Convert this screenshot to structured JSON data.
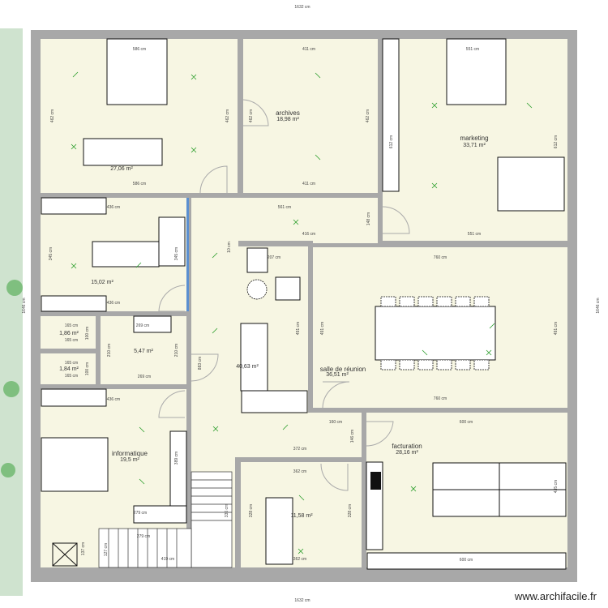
{
  "plan": {
    "overall_width": "1632 cm",
    "overall_height": "1646 cm",
    "watermark": "www.archifacile.fr",
    "colors": {
      "floor": "#f7f6e3",
      "wall": "#a8a8a8",
      "marker": "#2a9d2a",
      "garden": "#cfe3cf"
    },
    "rooms": [
      {
        "name": "",
        "area": "27,06 m²"
      },
      {
        "name": "archives",
        "area": "18,98 m²"
      },
      {
        "name": "marketing",
        "area": "33,71 m²"
      },
      {
        "name": "",
        "area": "15,02 m²"
      },
      {
        "name": "",
        "area": "1,86 m²"
      },
      {
        "name": "",
        "area": "1,84 m²"
      },
      {
        "name": "",
        "area": "5,47 m²"
      },
      {
        "name": "informatique",
        "area": "19,5 m²"
      },
      {
        "name": "",
        "area": "40,63 m²"
      },
      {
        "name": "salle de réunion",
        "area": "36,51 m²"
      },
      {
        "name": "facturation",
        "area": "28,16 m²"
      },
      {
        "name": "",
        "area": "11,58 m²"
      }
    ],
    "dims": [
      "586 cm",
      "586 cm",
      "462 cm",
      "462 cm",
      "411 cm",
      "411 cm",
      "462 cm",
      "462 cm",
      "551 cm",
      "551 cm",
      "612 cm",
      "612 cm",
      "561 cm",
      "416 cm",
      "10 cm",
      "148 cm",
      "436 cm",
      "436 cm",
      "345 cm",
      "345 cm",
      "165 cm",
      "165 cm",
      "165 cm",
      "165 cm",
      "100 cm",
      "100 cm",
      "210 cm",
      "210 cm",
      "269 cm",
      "269 cm",
      "883 cm",
      "207 cm",
      "491 cm",
      "491 cm",
      "491 cm",
      "760 cm",
      "760 cm",
      "160 cm",
      "146 cm",
      "372 cm",
      "436 cm",
      "389 cm",
      "279 cm",
      "279 cm",
      "137 cm",
      "419 cm",
      "336 cm",
      "127 cm",
      "362 cm",
      "362 cm",
      "328 cm",
      "328 cm",
      "600 cm",
      "600 cm",
      "435 cm"
    ]
  }
}
